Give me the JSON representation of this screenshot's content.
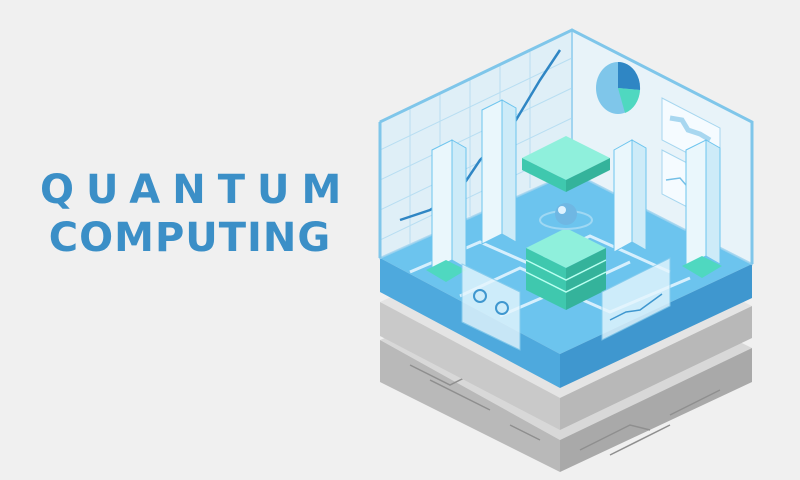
{
  "title": {
    "line1": "QUANTUM",
    "line2": "COMPUTING"
  },
  "colors": {
    "background": "#f0f0f0",
    "title": "#3b8fc7",
    "accent_teal": "#4fd8c0",
    "accent_blue": "#58b3e6",
    "base_gray": "#c8c8c8"
  },
  "illustration": {
    "subject": "isometric-quantum-computer-room",
    "icons": [
      "pie-chart-icon",
      "world-map-icon",
      "line-chart-icon",
      "qubit-sphere-icon",
      "server-tower-icon",
      "circuit-board-icon"
    ]
  }
}
